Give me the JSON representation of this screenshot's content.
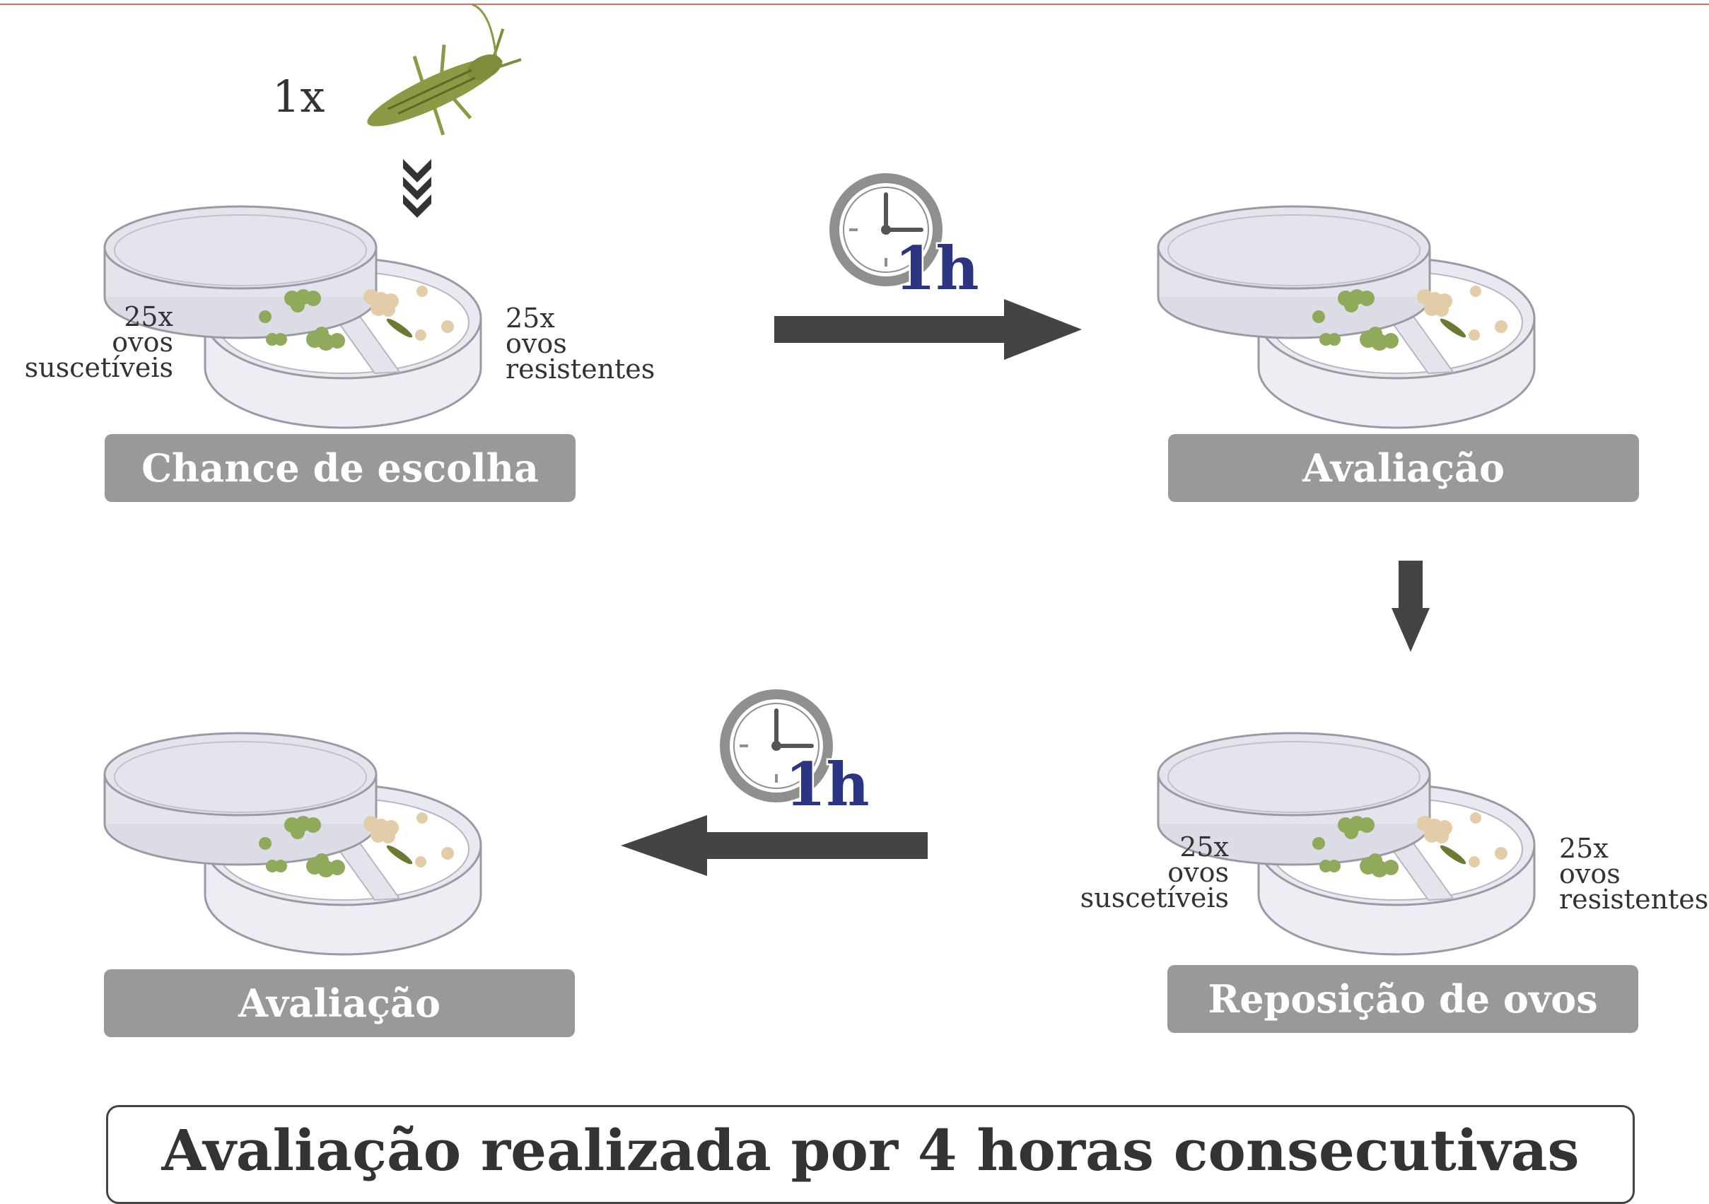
{
  "diagram": {
    "insect_count": "1x",
    "time_label": "1h",
    "steps": [
      {
        "label": "Chance de escolha"
      },
      {
        "label": "Avaliação"
      },
      {
        "label": "Reposição de ovos"
      },
      {
        "label": "Avaliação"
      }
    ],
    "egg_labels": {
      "susceptible": {
        "count": "25x",
        "word": "ovos",
        "type": "suscetíveis"
      },
      "resistant": {
        "count": "25x",
        "word": "ovos",
        "type": "resistentes"
      }
    },
    "footer": "Avaliação realizada por 4 horas consecutivas",
    "colors": {
      "label_bg": "#999999",
      "arrow": "#444444",
      "egg_green": "#8faa5a",
      "egg_beige": "#e3cda8",
      "insect": "#8a9a45",
      "time_text": "#2b3582",
      "clock": "#8f8f8f"
    }
  }
}
